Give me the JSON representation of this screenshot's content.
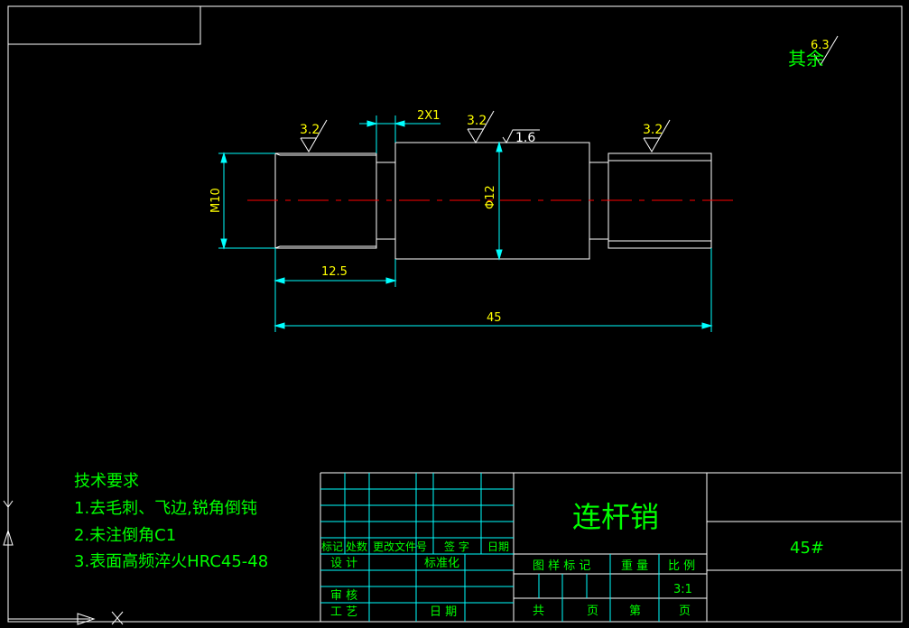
{
  "colors": {
    "background": "#000000",
    "frame": "#ffffff",
    "dimension": "#00ffff",
    "centerline": "#ff0000",
    "text_green": "#00ff00",
    "roughness": "#ffffff"
  },
  "roughness": {
    "other": "其余",
    "other_value": "6.3",
    "left": "3.2",
    "middle": "3.2",
    "right": "3.2",
    "middle_fine": "1.6"
  },
  "dimensions": {
    "groove": "2X1",
    "thread": "M10",
    "diameter": "Φ12",
    "left_length": "12.5",
    "total_length": "45"
  },
  "tech_requirements": {
    "title": "技术要求",
    "items": [
      "1.去毛刺、飞边,锐角倒钝",
      "2.未注倒角C1",
      "3.表面高频淬火HRC45-48"
    ]
  },
  "title_block": {
    "part_name": "连杆销",
    "material": "45#",
    "headers": [
      "标记",
      "处数",
      "更改文件号",
      "签 字",
      "日期"
    ],
    "design": "设 计",
    "standardize": "标准化",
    "review": "审 核",
    "process": "工 艺",
    "date": "日 期",
    "drawing_mark": "图 样 标 记",
    "weight": "重 量",
    "scale_label": "比 例",
    "scale_value": "3:1",
    "total": "共",
    "page": "页",
    "sheet": "第",
    "page2": "页"
  }
}
